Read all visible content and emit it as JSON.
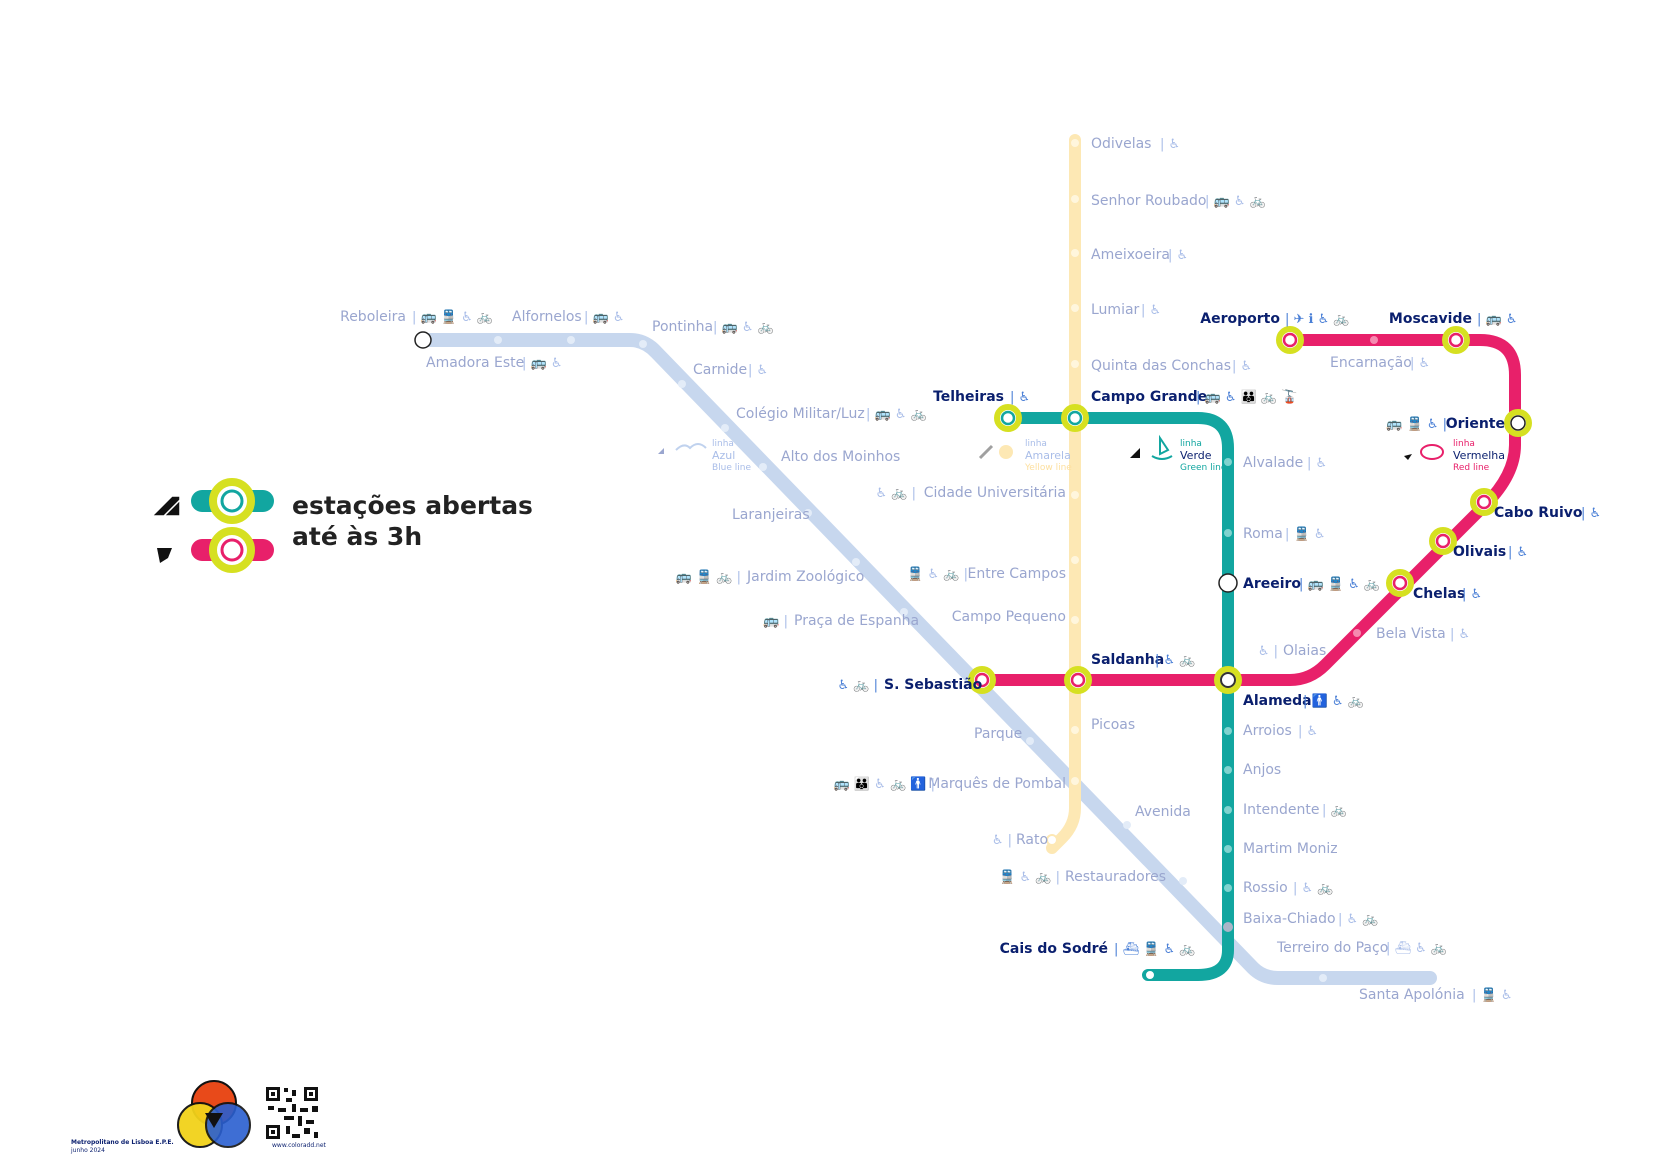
{
  "colors": {
    "blue_line": "#c7d7ee",
    "yellow_line": "#fde8b4",
    "green_line": "#12a6a0",
    "red_line": "#e8206a",
    "highlight_ring": "#d6e021",
    "strong_text": "#0a1f6e",
    "faded_text": "#9aa6cf"
  },
  "legend": {
    "line1": "estações abertas",
    "line2": "até às 3h"
  },
  "line_labels": {
    "azul": {
      "linha": "linha",
      "name": "Azul",
      "en": "Blue line"
    },
    "amarela": {
      "linha": "linha",
      "name": "Amarela",
      "en": "Yellow line"
    },
    "verde": {
      "linha": "linha",
      "name": "Verde",
      "en": "Green line"
    },
    "vermelha": {
      "linha": "linha",
      "name": "Vermelha",
      "en": "Red line"
    }
  },
  "stations": {
    "odivelas": {
      "name": "Odivelas",
      "icons": "| ♿"
    },
    "senhor_roubado": {
      "name": "Senhor Roubado",
      "icons": "| 🚌 ♿ 🚲"
    },
    "ameixoeira": {
      "name": "Ameixoeira",
      "icons": "| ♿"
    },
    "lumiar": {
      "name": "Lumiar",
      "icons": "| ♿"
    },
    "quinta_das_conchas": {
      "name": "Quinta das Conchas",
      "icons": "| ♿"
    },
    "campo_grande": {
      "name": "Campo Grande",
      "icons": "| 🚌 ♿ 👪 🚲 🚡"
    },
    "telheiras": {
      "name": "Telheiras",
      "icons": "| ♿"
    },
    "cidade_universitaria": {
      "name": "Cidade Universitária",
      "icons": "♿ 🚲 |"
    },
    "entre_campos": {
      "name": "Entre Campos",
      "icons": "🚆 ♿ 🚲 |"
    },
    "campo_pequeno": {
      "name": "Campo Pequeno",
      "icons": ""
    },
    "saldanha": {
      "name": "Saldanha",
      "icons": "| ♿ 🚲"
    },
    "picoas": {
      "name": "Picoas",
      "icons": ""
    },
    "marques_de_pombal": {
      "name": "Marquês de Pombal",
      "icons": "🚌 👪 ♿ 🚲 🚹 |"
    },
    "rato": {
      "name": "Rato",
      "icons": "♿ |"
    },
    "reboleira": {
      "name": "Reboleira",
      "icons": "| 🚌 🚆 ♿ 🚲"
    },
    "alfornelos": {
      "name": "Alfornelos",
      "icons": "| 🚌 ♿"
    },
    "amadora_este": {
      "name": "Amadora Este",
      "icons": "| 🚌 ♿"
    },
    "pontinha": {
      "name": "Pontinha",
      "icons": "| 🚌 ♿ 🚲"
    },
    "carnide": {
      "name": "Carnide",
      "icons": "| ♿"
    },
    "colegio_militar": {
      "name": "Colégio Militar/Luz",
      "icons": "| 🚌 ♿ 🚲"
    },
    "alto_dos_moinhos": {
      "name": "Alto dos Moinhos",
      "icons": ""
    },
    "laranjeiras": {
      "name": "Laranjeiras",
      "icons": ""
    },
    "jardim_zoologico": {
      "name": "Jardim Zoológico",
      "icons": "🚌 🚆 🚲 |"
    },
    "praca_de_espanha": {
      "name": "Praça de Espanha",
      "icons": "🚌 |"
    },
    "s_sebastiao": {
      "name": "S. Sebastião",
      "icons": "♿ 🚲 |"
    },
    "parque": {
      "name": "Parque",
      "icons": ""
    },
    "avenida": {
      "name": "Avenida",
      "icons": ""
    },
    "restauradores": {
      "name": "Restauradores",
      "icons": "🚆 ♿ 🚲 |"
    },
    "baixa_chiado": {
      "name": "Baixa-Chiado",
      "icons": "| ♿ 🚲"
    },
    "terreiro_do_paco": {
      "name": "Terreiro do Paço",
      "icons": "| ⛴ ♿ 🚲"
    },
    "santa_apolonia": {
      "name": "Santa Apolónia",
      "icons": "| 🚆 ♿"
    },
    "cais_do_sodre": {
      "name": "Cais do Sodré",
      "icons": "| ⛴ 🚆 ♿ 🚲"
    },
    "alvalade": {
      "name": "Alvalade",
      "icons": "| ♿"
    },
    "roma": {
      "name": "Roma",
      "icons": "| 🚆 ♿"
    },
    "areeiro": {
      "name": "Areeiro",
      "icons": "| 🚌 🚆 ♿ 🚲"
    },
    "alameda": {
      "name": "Alameda",
      "icons": "| 🚹 ♿ 🚲"
    },
    "arroios": {
      "name": "Arroios",
      "icons": "| ♿"
    },
    "anjos": {
      "name": "Anjos",
      "icons": ""
    },
    "intendente": {
      "name": "Intendente",
      "icons": "| 🚲"
    },
    "martim_moniz": {
      "name": "Martim Moniz",
      "icons": ""
    },
    "rossio": {
      "name": "Rossio",
      "icons": "| ♿ 🚲"
    },
    "aeroporto": {
      "name": "Aeroporto",
      "icons": "| ✈ ℹ ♿ 🚲"
    },
    "encarnacao": {
      "name": "Encarnação",
      "icons": "| ♿"
    },
    "moscavide": {
      "name": "Moscavide",
      "icons": "| 🚌 ♿"
    },
    "oriente": {
      "name": "Oriente",
      "icons": "🚌 🚆 ♿ |"
    },
    "cabo_ruivo": {
      "name": "Cabo Ruivo",
      "icons": "| ♿"
    },
    "olivais": {
      "name": "Olivais",
      "icons": "| ♿"
    },
    "chelas": {
      "name": "Chelas",
      "icons": "| ♿"
    },
    "bela_vista": {
      "name": "Bela Vista",
      "icons": "| ♿"
    },
    "olaias": {
      "name": "Olaias",
      "icons": "♿ |"
    }
  },
  "footer": {
    "company": "Metropolitano de Lisboa E.P.E.",
    "date": "junho 2024",
    "site": "www.coloradd.net"
  }
}
